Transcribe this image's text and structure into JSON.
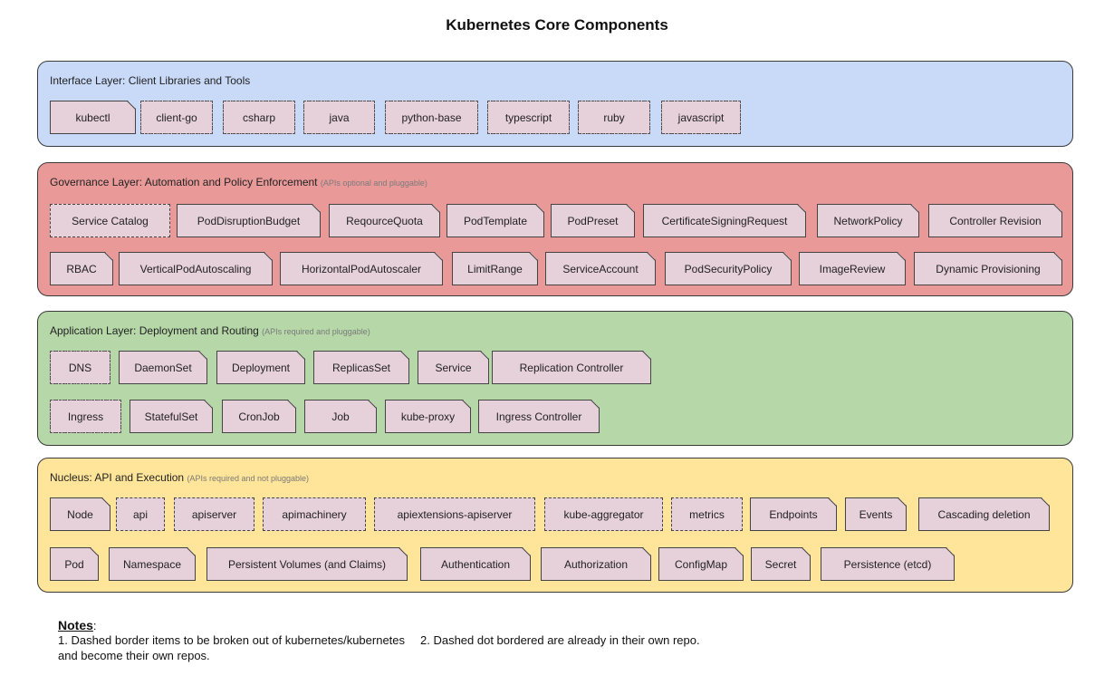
{
  "title": "Kubernetes Core Components",
  "colors": {
    "interface_bg": "#c9daf8",
    "governance_bg": "#ea9999",
    "application_bg": "#b6d7a8",
    "nucleus_bg": "#ffe599",
    "box_fill": "#e6d0da"
  },
  "layers": {
    "interface": {
      "title": "Interface Layer: Client Libraries and Tools",
      "note": "",
      "items": [
        "kubectl",
        "client-go",
        "csharp",
        "java",
        "python-base",
        "typescript",
        "ruby",
        "javascript"
      ]
    },
    "governance": {
      "title": "Governance Layer: Automation and Policy Enforcement",
      "note": "(APIs optional and pluggable)",
      "items": [
        "Service Catalog",
        "PodDisruptionBudget",
        "ReqourceQuota",
        "PodTemplate",
        "PodPreset",
        "CertificateSigningRequest",
        "NetworkPolicy",
        "Controller Revision",
        "RBAC",
        "VerticalPodAutoscaling",
        "HorizontalPodAutoscaler",
        "LimitRange",
        "ServiceAccount",
        "PodSecurityPolicy",
        "ImageReview",
        "Dynamic Provisioning"
      ]
    },
    "application": {
      "title": "Application Layer: Deployment and Routing",
      "note": "(APIs required and pluggable)",
      "items": [
        "DNS",
        "DaemonSet",
        "Deployment",
        "ReplicasSet",
        "Service",
        "Replication Controller",
        "Ingress",
        "StatefulSet",
        "CronJob",
        "Job",
        "kube-proxy",
        "Ingress Controller"
      ]
    },
    "nucleus": {
      "title": "Nucleus: API and Execution",
      "note": "(APIs required and not pluggable)",
      "items": [
        "Node",
        "api",
        "apiserver",
        "apimachinery",
        "apiextensions-apiserver",
        "kube-aggregator",
        "metrics",
        "Endpoints",
        "Events",
        "Cascading deletion",
        "Pod",
        "Namespace",
        "Persistent Volumes (and Claims)",
        "Authentication",
        "Authorization",
        "ConfigMap",
        "Secret",
        "Persistence (etcd)"
      ]
    }
  },
  "notes": {
    "heading": "Notes",
    "heading_suffix": ":",
    "note1": "1. Dashed border items to be broken out of kubernetes/kubernetes and become their own repos.",
    "note2": "2. Dashed dot bordered are already in their own repo."
  }
}
